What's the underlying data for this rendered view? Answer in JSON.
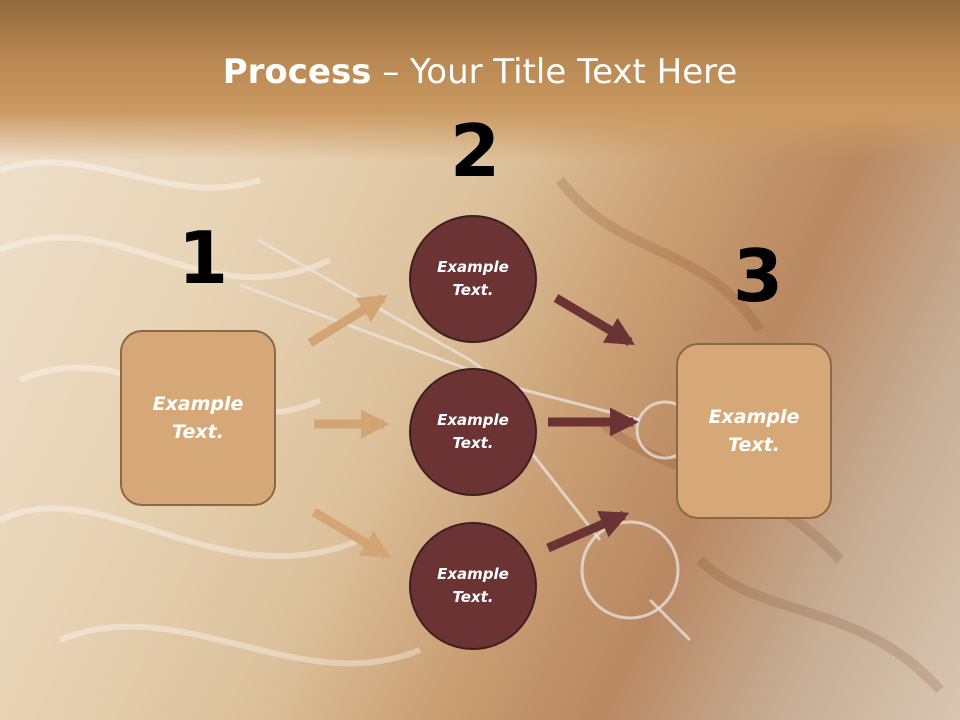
{
  "title": {
    "bold": "Process",
    "rest": " – Your Title Text Here"
  },
  "steps": {
    "one": "1",
    "two": "2",
    "three": "3"
  },
  "left_box": "Example Text.",
  "circles": [
    "Example Text.",
    "Example Text.",
    "Example Text."
  ],
  "right_box": "Example Text.",
  "colors": {
    "box": "#d7a877",
    "circle": "#6b3333",
    "arrow_light": "#d4a574",
    "arrow_dark": "#6b3333"
  }
}
